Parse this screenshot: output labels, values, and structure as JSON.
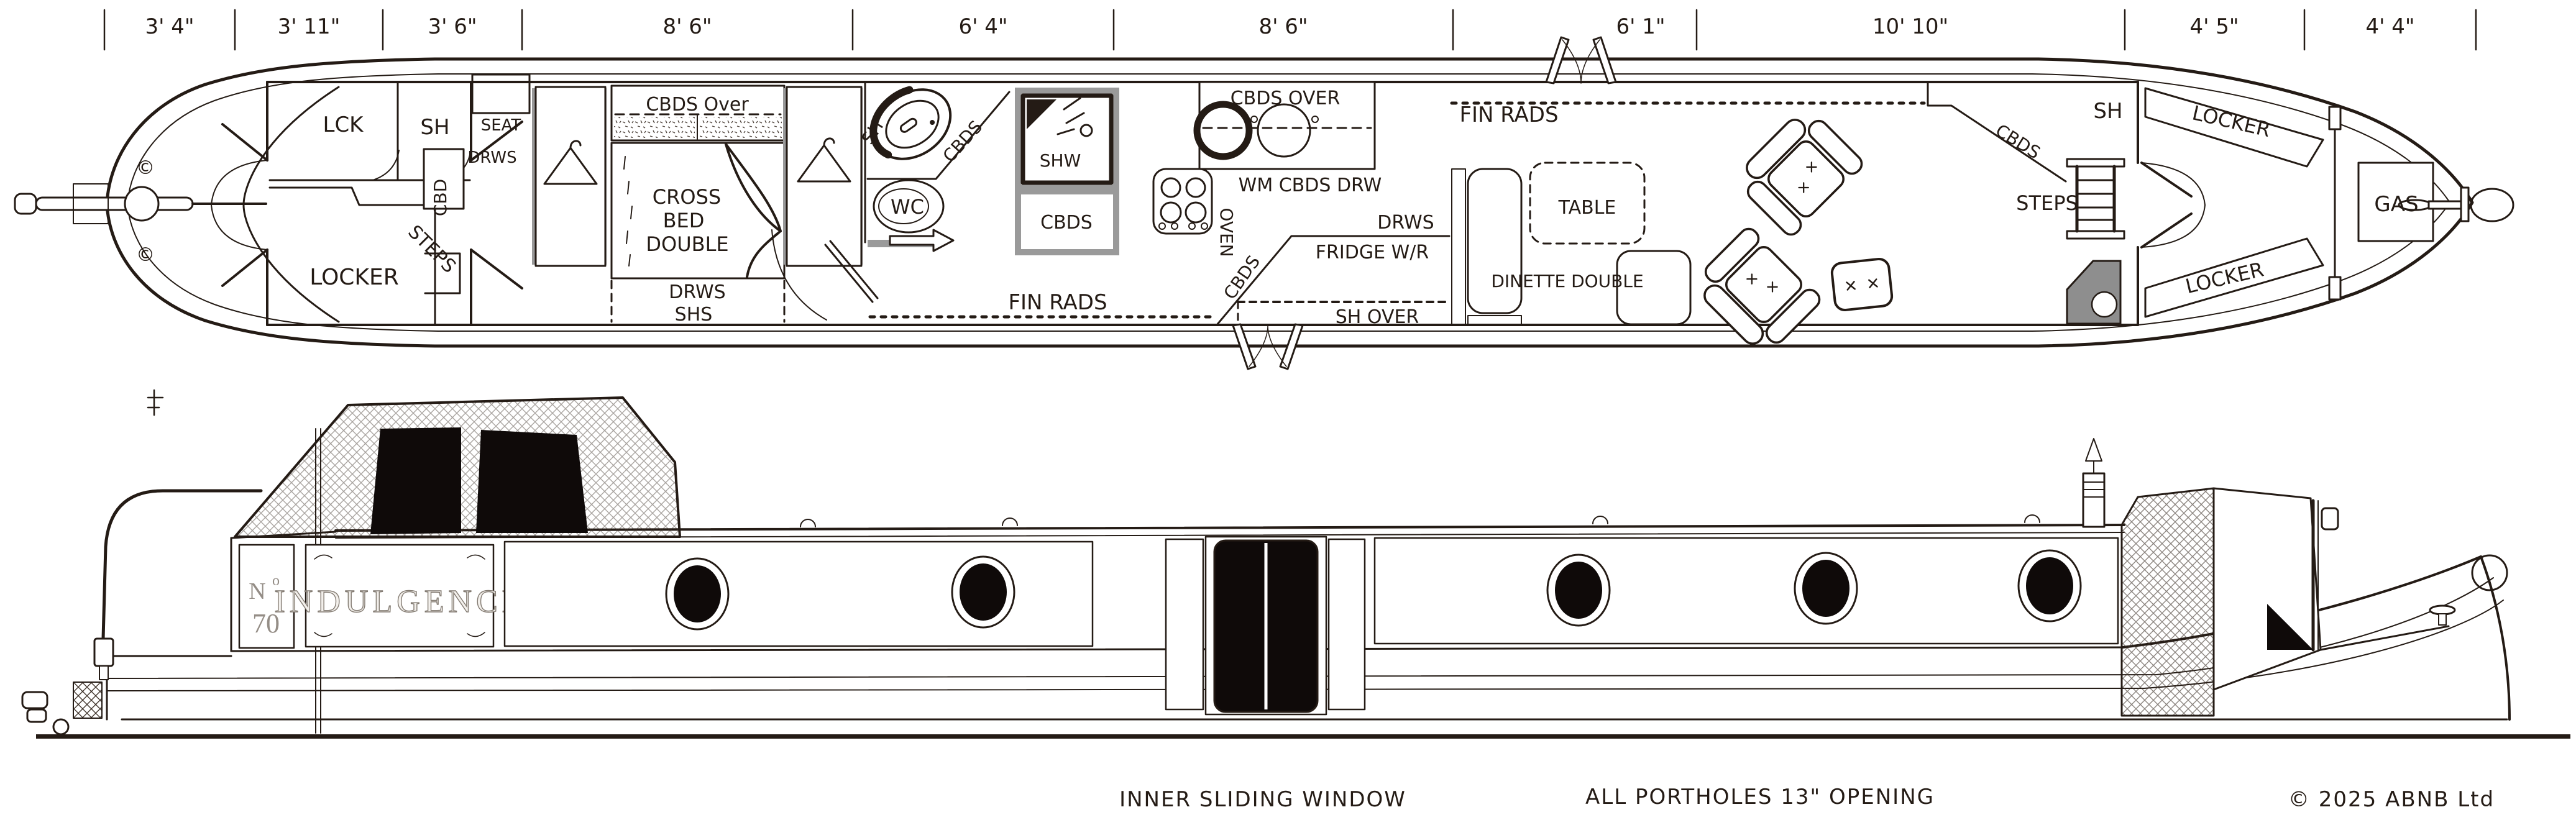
{
  "dimensions": {
    "labels": [
      "3' 4\"",
      "3' 11\"",
      "3' 6\"",
      "8' 6\"",
      "6' 4\"",
      "8' 6\"",
      "6' 1\"",
      "10' 10\"",
      "4' 5\"",
      "4' 4\""
    ]
  },
  "plan": {
    "stern": {
      "cleat1": "©",
      "cleat2": "©",
      "lck": "LCK",
      "sh": "SH",
      "seat": "SEAT",
      "seat_drws": "DRWS",
      "locker": "LOCKER",
      "cbd": "CBD",
      "steps": "STEPS"
    },
    "bedroom": {
      "cbds_over": "CBDS Over",
      "bed_line1": "CROSS",
      "bed_line2": "BED",
      "bed_line3": "DOUBLE",
      "drws": "DRWS",
      "shs": "SHS"
    },
    "bathroom": {
      "sh": "SH",
      "cbds_corner": "CBDS",
      "wc": "WC",
      "shw": "SHW",
      "cbds_under": "CBDS"
    },
    "galley": {
      "fin_rads_aft": "FIN RADS",
      "cbds_over": "CBDS OVER",
      "fin_rads_fwd": "FIN RADS",
      "oven": "OVEN",
      "wm_cbds_drw": "WM CBDS DRW",
      "drws": "DRWS",
      "fridge": "FRIDGE W/R",
      "cbds_diag": "CBDS",
      "sh_over": "SH OVER"
    },
    "dinette": {
      "table": "TABLE",
      "label": "DINETTE DOUBLE"
    },
    "saloon": {
      "cbds": "CBDS",
      "sh": "SH",
      "steps": "STEPS"
    },
    "bow": {
      "locker_top": "LOCKER",
      "locker_bottom": "LOCKER",
      "gas": "GAS"
    }
  },
  "elevation": {
    "number_prefix": "N",
    "number_sup": "o",
    "number": "70",
    "name": "INDULGENCE"
  },
  "footer": {
    "note_window": "INNER SLIDING WINDOW",
    "note_portholes": "ALL PORTHOLES 13\" OPENING",
    "copyright": "© 2025 ABNB Ltd"
  }
}
